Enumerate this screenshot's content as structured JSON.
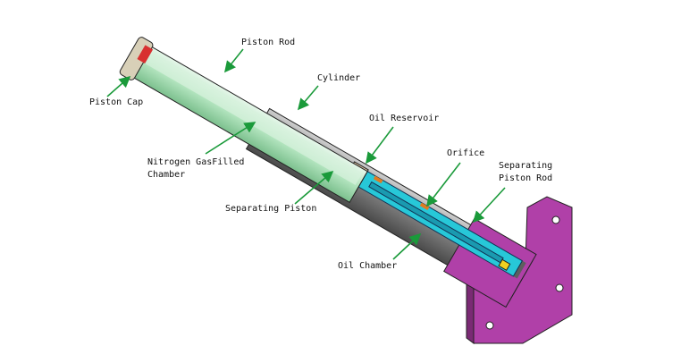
{
  "labels": {
    "piston_rod": "Piston Rod",
    "piston_cap": "Piston Cap",
    "cylinder": "Cylinder",
    "oil_reservoir": "Oil Reservoir",
    "nitrogen_line1": "Nitrogen GasFilled",
    "nitrogen_line2": "Chamber",
    "orifice": "Orifice",
    "sep_rod_line1": "Separating",
    "sep_rod_line2": "Piston Rod",
    "separating_piston": "Separating Piston",
    "oil_chamber": "Oil Chamber"
  },
  "colors": {
    "rod": "#b9e8c4",
    "cylinder": "#8a8a8a",
    "oil": "#27c8d8",
    "flange": "#b040a8",
    "cap": "#d83030",
    "arrow": "#1a9a3a"
  }
}
